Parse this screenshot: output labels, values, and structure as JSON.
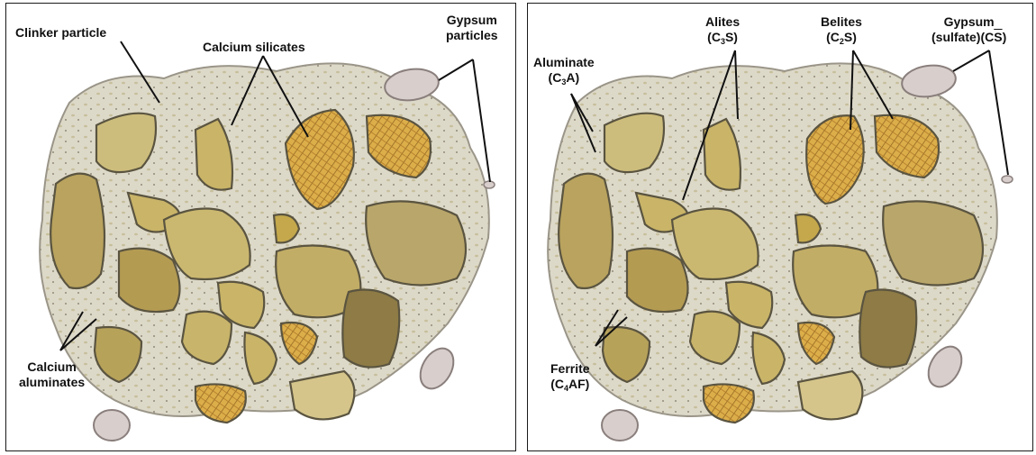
{
  "left_panel": {
    "labels": {
      "clinker": "Clinker particle",
      "silicates": "Calcium silicates",
      "gypsum_l1": "Gypsum",
      "gypsum_l2": "particles",
      "aluminates_l1": "Calcium",
      "aluminates_l2": "aluminates"
    }
  },
  "right_panel": {
    "labels": {
      "aluminate_name": "Aluminate",
      "aluminate_formula_a": "(C",
      "aluminate_formula_sub": "3",
      "aluminate_formula_b": "A)",
      "alites_name": "Alites",
      "alites_formula_a": "(C",
      "alites_formula_sub": "3",
      "alites_formula_b": "S)",
      "belites_name": "Belites",
      "belites_formula_a": "(C",
      "belites_formula_sub": "2",
      "belites_formula_b": "S)",
      "gypsum_name": "Gypsum",
      "gypsum_formula_a": "(sulfate)(C",
      "gypsum_formula_over": "S",
      "gypsum_formula_b": ")",
      "ferrite_name": "Ferrite",
      "ferrite_formula_a": "(C",
      "ferrite_formula_sub": "4",
      "ferrite_formula_b": "AF)"
    }
  },
  "colors": {
    "clinker_matrix": "#ddd9c9",
    "alite": "#c9b468",
    "belite": "#d9a13a",
    "dark_grain": "#8e7b45",
    "gypsum": "#d8cfcc",
    "outline": "#5a5440"
  }
}
